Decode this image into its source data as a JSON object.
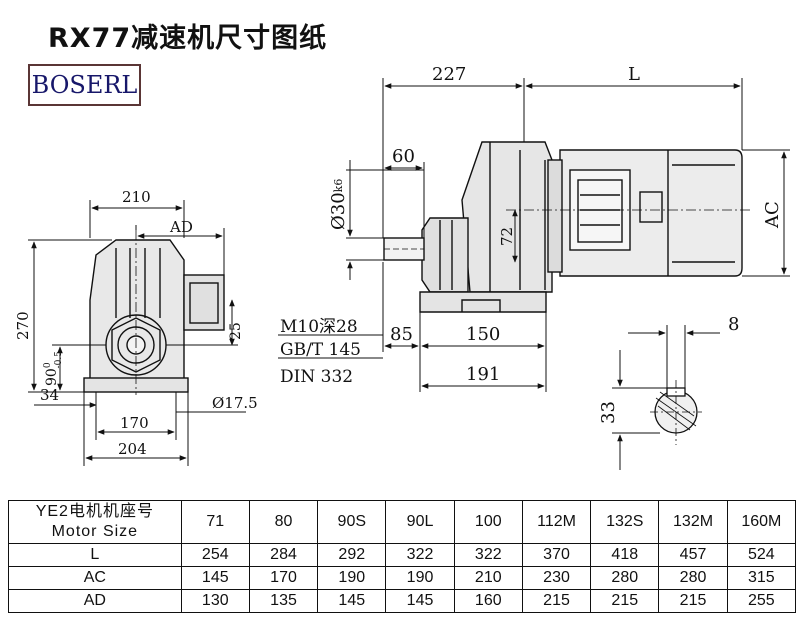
{
  "title": "RX77减速机尺寸图纸",
  "brand": "BOSERL",
  "dims": {
    "d227": "227",
    "dL": "L",
    "d60": "60",
    "dShaft": "Ø30",
    "dShaftTol": "k6",
    "d72": "72",
    "dAC": "AC",
    "d210": "210",
    "dAD": "AD",
    "d270": "270",
    "d25": "25",
    "d90": "90",
    "d90tol_up": "0",
    "d90tol_dn": "-0.5",
    "d34": "34",
    "d175": "Ø17.5",
    "d170": "170",
    "d204": "204",
    "note1": "M10深28",
    "note2": "GB/T 145",
    "note3": "DIN 332",
    "d85": "85",
    "d150": "150",
    "d191": "191",
    "d8": "8",
    "d33": "33"
  },
  "table": {
    "header_label_1": "YE2电机机座号",
    "header_label_2": "Motor Size",
    "sizes": [
      "71",
      "80",
      "90S",
      "90L",
      "100",
      "112M",
      "132S",
      "132M",
      "160M"
    ],
    "rows": [
      {
        "label": "L",
        "values": [
          "254",
          "284",
          "292",
          "322",
          "322",
          "370",
          "418",
          "457",
          "524"
        ]
      },
      {
        "label": "AC",
        "values": [
          "145",
          "170",
          "190",
          "190",
          "210",
          "230",
          "280",
          "280",
          "315"
        ]
      },
      {
        "label": "AD",
        "values": [
          "130",
          "135",
          "145",
          "145",
          "160",
          "215",
          "215",
          "215",
          "255"
        ]
      }
    ]
  }
}
